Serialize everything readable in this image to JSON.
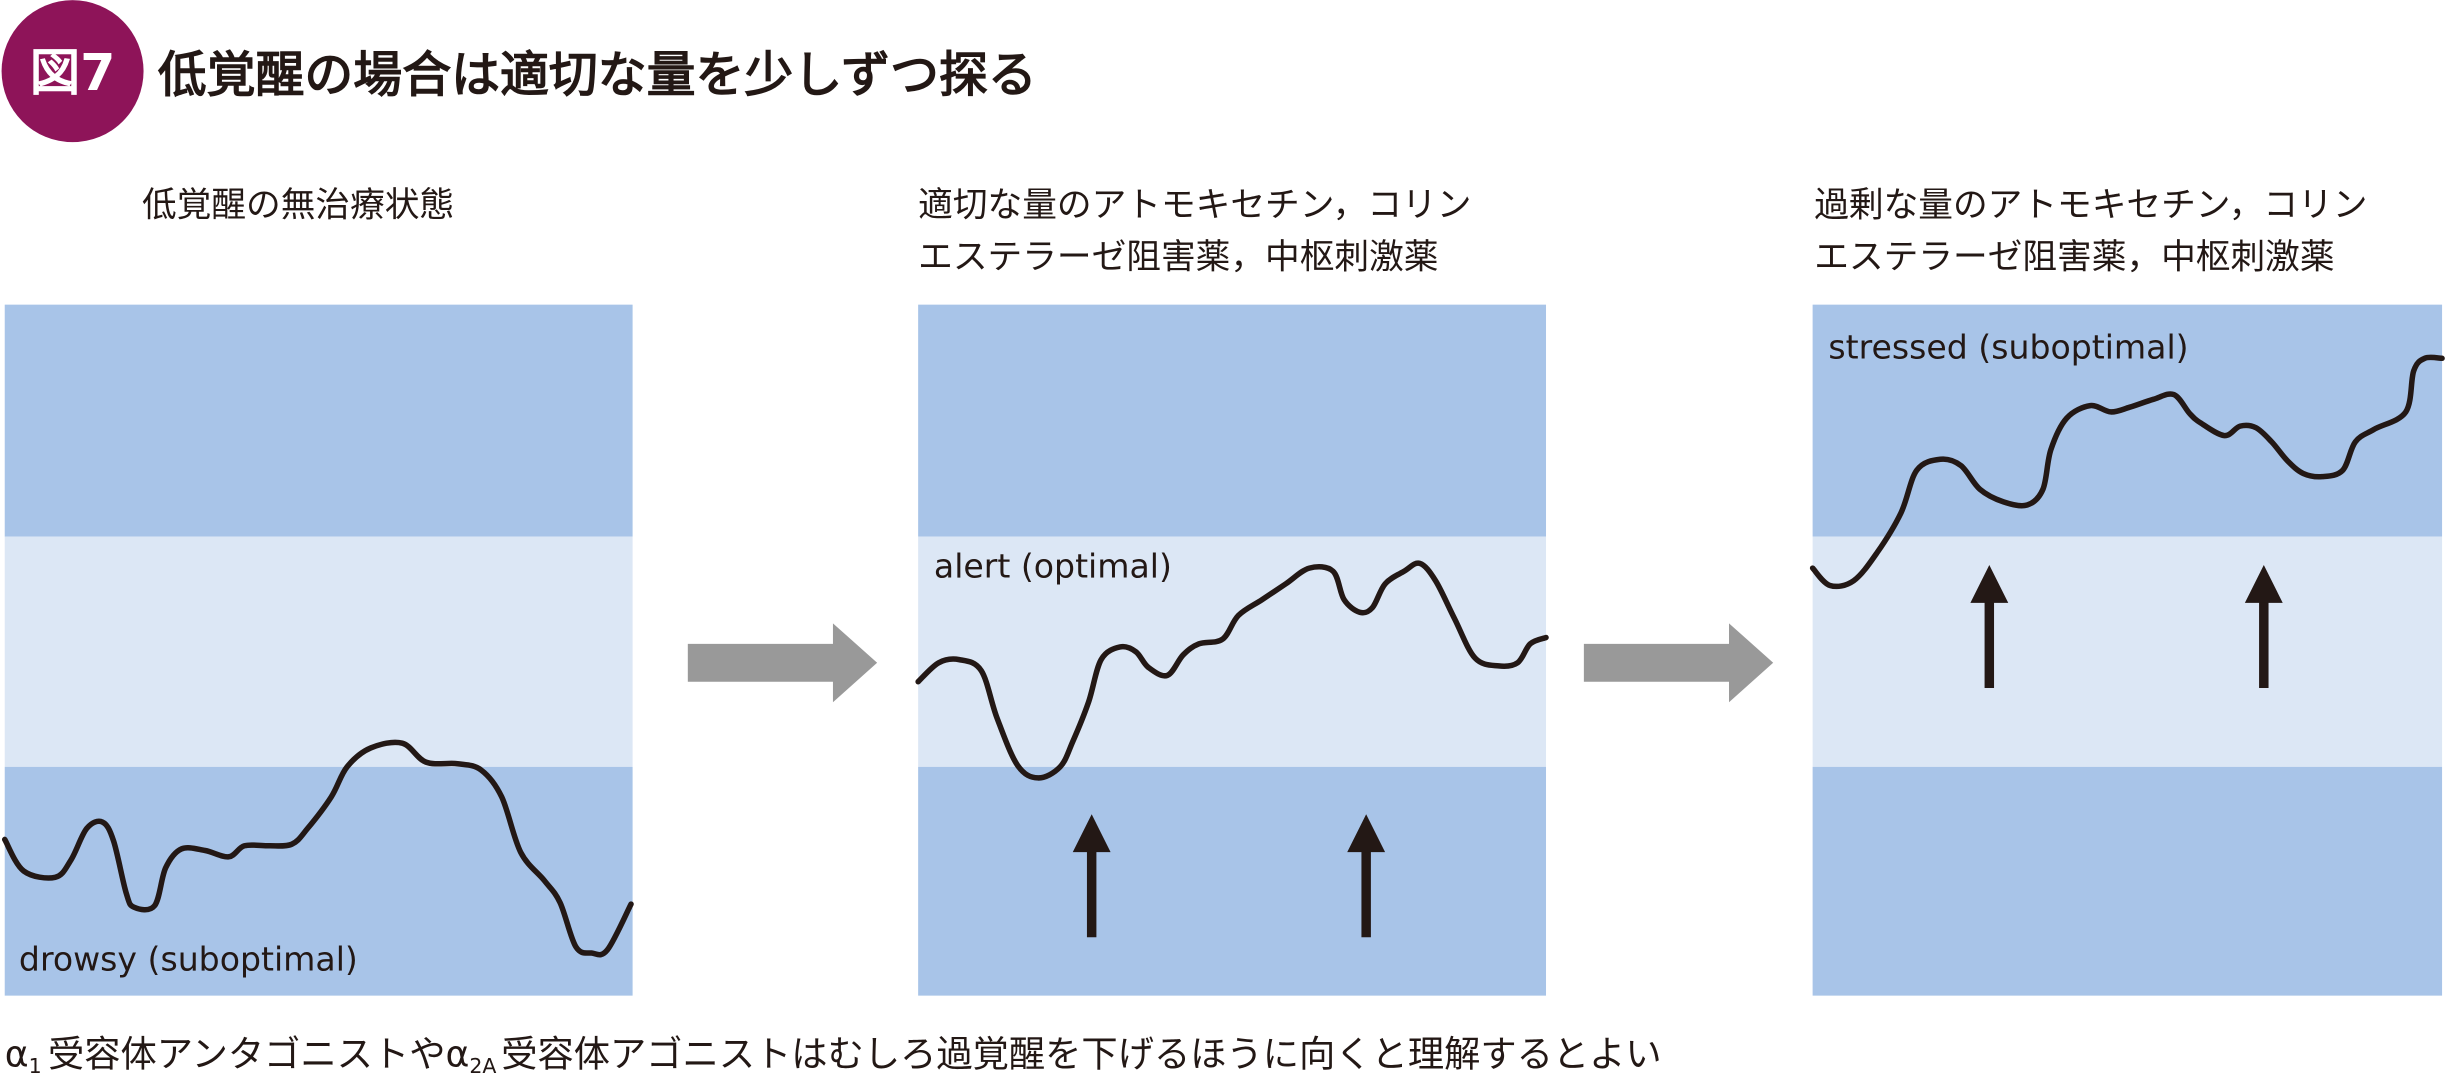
{
  "figure": {
    "badge": "図7",
    "title": "低覚醒の場合は適切な量を少しずつ探る",
    "badge_color": "#8e1459"
  },
  "colors": {
    "band_dark": "#a8c4e8",
    "band_light": "#dce7f5",
    "transition_arrow": "#999999",
    "curve": "#231815"
  },
  "panels": [
    {
      "header": [
        "低覚醒の無治療状態"
      ],
      "state_label": "drowsy (suboptimal)"
    },
    {
      "header": [
        "適切な量のアトモキセチン，コリン",
        "エステラーゼ阻害薬，中枢刺激薬"
      ],
      "state_label": "alert (optimal)"
    },
    {
      "header": [
        "過剰な量のアトモキセチン，コリン",
        "エステラーゼ阻害薬，中枢刺激薬"
      ],
      "state_label": "stressed (suboptimal)"
    }
  ],
  "footnote": {
    "alpha1": "α",
    "sub1": "1",
    "part1": "受容体アンタゴニストや",
    "alpha2": "α",
    "sub2": "2A",
    "part2": "受容体アゴニストはむしろ過覚醒を下げるほうに向くと理解するとよい"
  }
}
